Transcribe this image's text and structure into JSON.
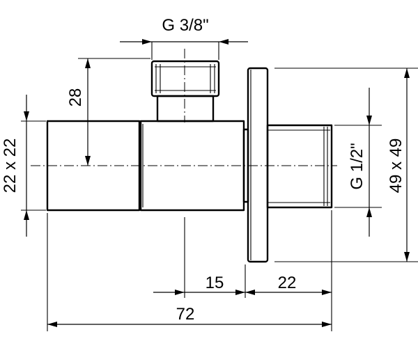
{
  "drawing": {
    "labels": {
      "thread_top": "G 3/8\"",
      "height_28": "28",
      "square_22": "22 x 22",
      "thread_side": "G 1/2\"",
      "square_49": "49 x 49",
      "len_15": "15",
      "len_22": "22",
      "len_72": "72"
    }
  }
}
